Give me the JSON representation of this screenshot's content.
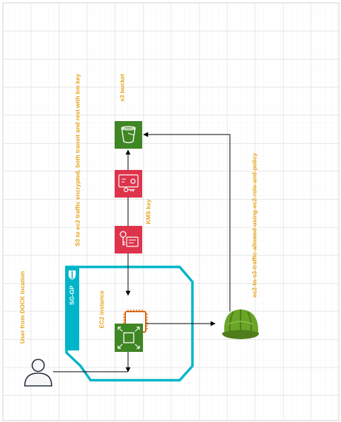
{
  "labels": {
    "s3": "s3 bucket",
    "flow": "S3 to ec2 traffic encrypted, both transit and rest with km key",
    "kms": "KMS key",
    "ec2": "EC2 instance",
    "sg": "SG-GP",
    "user": "User from DOCK location",
    "policy": "ec2-to-s3-traffic-allowed-using-ec2-role-and-policy"
  },
  "colors": {
    "label": "#e8a317",
    "storage": "#3f8624",
    "security": "#dd344c",
    "compute": "#3f8624",
    "chip": "#d86613",
    "security_group": "#00b5c8",
    "helmet": "#6aa527",
    "grid": "#dcdcdc",
    "grid_major": "#c4c4c4"
  },
  "icons": [
    "s3-bucket-icon",
    "kms-key-icon",
    "secrets-key-icon",
    "ec2-instance-icon",
    "processor-chip-icon",
    "shield-icon",
    "user-icon",
    "iam-role-helmet-icon"
  ]
}
